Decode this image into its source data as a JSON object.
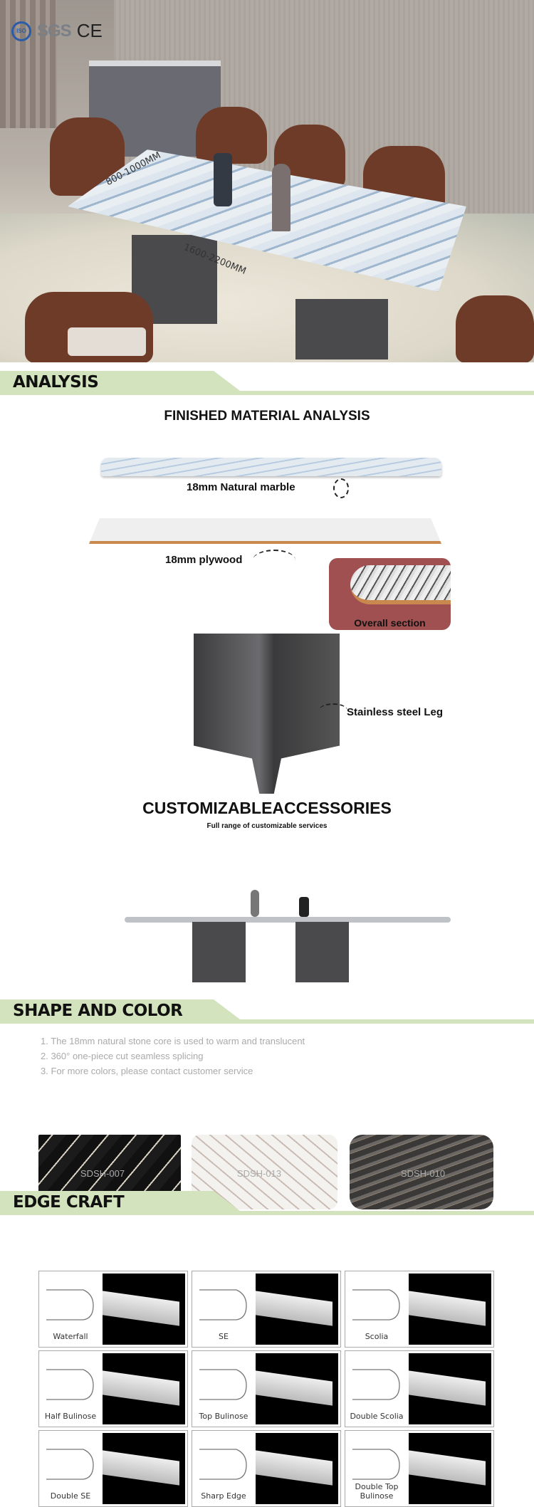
{
  "hero": {
    "logos": [
      "ISO",
      "SGS",
      "CE"
    ],
    "width_dim": "800-1000MM",
    "length_dim": "1600-2200MM"
  },
  "sections": {
    "analysis": "ANALYSIS",
    "shape_color": "SHAPE AND COLOR",
    "edge_craft": "EDGE CRAFT"
  },
  "analysis": {
    "title": "FINISHED MATERIAL  ANALYSIS",
    "marble": "18mm Natural marble",
    "plywood": "18mm plywood",
    "overall": "Overall section",
    "leg": "Stainless steel Leg"
  },
  "accessories": {
    "title": "CUSTOMIZABLEACCESSORIES",
    "subtitle": "Full range of customizable services"
  },
  "shape": {
    "notes": [
      "1. The 18mm natural stone core is used to warm and translucent",
      "2. 360° one-piece cut seamless splicing",
      "3. For more colors, please contact customer service"
    ],
    "swatches": [
      {
        "code": "SDSH-007",
        "color": "#151515"
      },
      {
        "code": "SDSH-013",
        "color": "#ece9e6"
      },
      {
        "code": "SDSH-010",
        "color": "#4a4846"
      }
    ]
  },
  "edges": [
    "Waterfall",
    "SE",
    "Scolia",
    "Half Bulinose",
    "Top Bulinose",
    "Double Scolia",
    "Double SE",
    "Sharp Edge",
    "Double Top Bulinose"
  ],
  "colors": {
    "accent": "#d3e3bd"
  }
}
